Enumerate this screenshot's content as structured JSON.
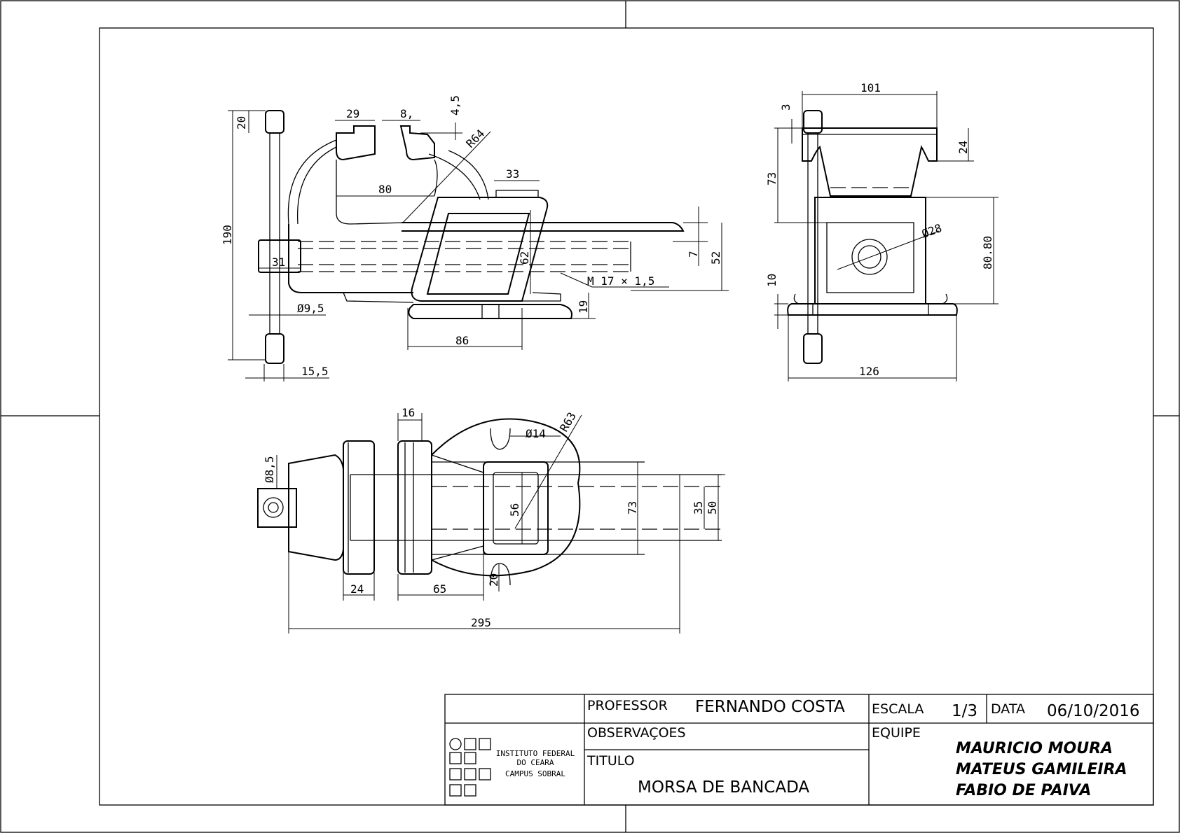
{
  "drawing": {
    "side_view_dims": {
      "d20": "20",
      "d190": "190",
      "d29": "29",
      "d8": "8,",
      "d4_5": "4,5",
      "r64": "R64",
      "d80": "80",
      "d33": "33",
      "d31": "31",
      "d62": "62",
      "d7": "7",
      "d52": "52",
      "thread": "M 17 × 1,5",
      "d19": "19",
      "d9_5": "Ø9,5",
      "d86": "86",
      "d15_5": "15,5"
    },
    "front_view_dims": {
      "d101": "101",
      "d3": "3",
      "d24": "24",
      "d73": "73",
      "d28": "Ø28",
      "d80_80": "80.80",
      "d10": "10",
      "d126": "126"
    },
    "top_view_dims": {
      "d16": "16",
      "d14": "Ø14",
      "r63": "R63",
      "d8_5": "Ø8,5",
      "d56": "56",
      "d73": "73",
      "d35": "35",
      "d50": "50",
      "d24": "24",
      "d65": "65",
      "d20": "20",
      "d295": "295"
    }
  },
  "title_block": {
    "professor_label": "PROFESSOR",
    "professor_name": "FERNANDO COSTA",
    "scale_label": "ESCALA",
    "scale_value": "1/3",
    "date_label": "DATA",
    "date_value": "06/10/2016",
    "observations_label": "OBSERVAÇOES",
    "team_label": "EQUIPE",
    "title_label": "TITULO",
    "title_value": "MORSA DE BANCADA",
    "institute_line1": "INSTITUTO FEDERAL",
    "institute_line2": "DO CEARA",
    "institute_line3": "CAMPUS SOBRAL",
    "team_members": [
      "MAURICIO MOURA",
      "MATEUS GAMILEIRA",
      "FABIO DE PAIVA"
    ]
  }
}
